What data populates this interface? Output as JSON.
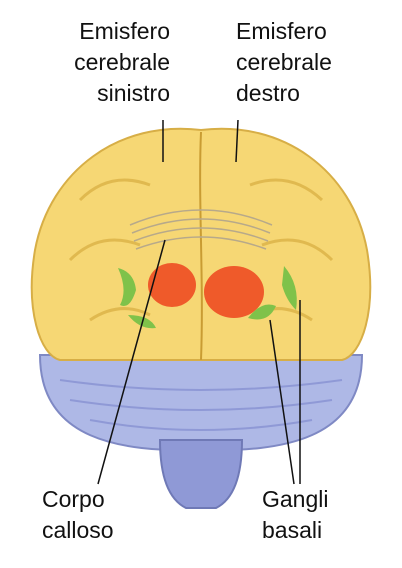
{
  "labels": {
    "left_hemisphere": [
      "Emisfero",
      "cerebrale",
      "sinistro"
    ],
    "right_hemisphere": [
      "Emisfero",
      "cerebrale",
      "destro"
    ],
    "corpus_callosum": [
      "Corpo",
      "calloso"
    ],
    "basal_ganglia": [
      "Gangli",
      "basali"
    ]
  },
  "colors": {
    "cortex": "#f6d774",
    "cortex_shade": "#e9c35c",
    "cerebellum": "#aeb8e6",
    "brainstem": "#8f99d6",
    "ganglia_red": "#ef5a2a",
    "ganglia_green": "#7fc24a",
    "leader_line": "#111111"
  }
}
